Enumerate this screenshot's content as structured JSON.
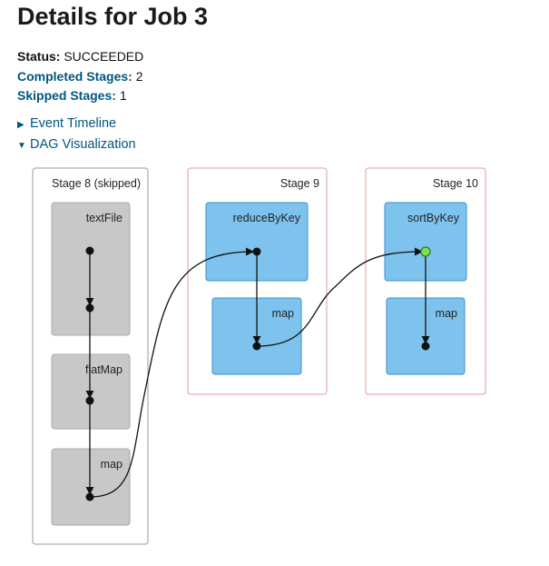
{
  "page": {
    "title": "Details for Job 3"
  },
  "summary": {
    "status_label": "Status:",
    "status_value": "SUCCEEDED",
    "completed_label": "Completed Stages:",
    "completed_value": "2",
    "skipped_label": "Skipped Stages:",
    "skipped_value": "1"
  },
  "toggles": {
    "event_timeline": "Event Timeline",
    "dag_visualization": "DAG Visualization"
  },
  "dag": {
    "stages": [
      {
        "label": "Stage 8 (skipped)",
        "skipped": true,
        "nodes": [
          "textFile",
          "flatMap",
          "map"
        ]
      },
      {
        "label": "Stage 9",
        "skipped": false,
        "nodes": [
          "reduceByKey",
          "map"
        ]
      },
      {
        "label": "Stage 10",
        "skipped": false,
        "nodes": [
          "sortByKey",
          "map"
        ]
      }
    ]
  },
  "colors": {
    "link": "#005580",
    "skipped_stage_border": "#999999",
    "active_stage_border": "#e49a9a",
    "skipped_node_fill": "#c8c8c8",
    "active_node_fill": "#7dc3ee",
    "active_node_border": "#3a8fcf",
    "cached_dot": "#7ee05a"
  }
}
